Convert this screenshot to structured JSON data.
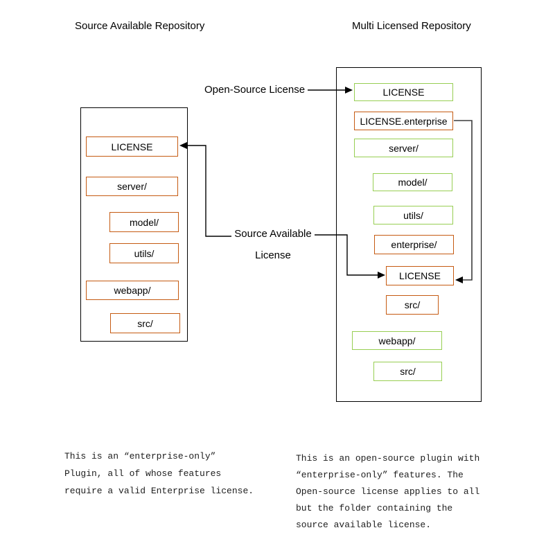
{
  "titles": {
    "left": "Source Available Repository",
    "right": "Multi Licensed Repository"
  },
  "colors": {
    "orange_border": "#c55a11",
    "green_border": "#97ce52",
    "outer_border": "#000000",
    "connector_line": "#2b2b2b",
    "background": "#ffffff"
  },
  "left_repo": {
    "items": [
      {
        "label": "LICENSE",
        "color": "orange"
      },
      {
        "label": "server/",
        "color": "orange"
      },
      {
        "label": "model/",
        "color": "orange"
      },
      {
        "label": "utils/",
        "color": "orange"
      },
      {
        "label": "webapp/",
        "color": "orange"
      },
      {
        "label": "src/",
        "color": "orange"
      }
    ]
  },
  "right_repo": {
    "items": [
      {
        "label": "LICENSE",
        "color": "green"
      },
      {
        "label": "LICENSE.enterprise",
        "color": "orange"
      },
      {
        "label": "server/",
        "color": "green"
      },
      {
        "label": "model/",
        "color": "green"
      },
      {
        "label": "utils/",
        "color": "green"
      },
      {
        "label": "enterprise/",
        "color": "orange"
      },
      {
        "label": "LICENSE",
        "color": "orange"
      },
      {
        "label": "src/",
        "color": "orange"
      },
      {
        "label": "webapp/",
        "color": "green"
      },
      {
        "label": "src/",
        "color": "green"
      }
    ]
  },
  "edge_labels": {
    "open_source": "Open-Source License",
    "source_available_line1": "Source Available",
    "source_available_line2": "License"
  },
  "annotations": {
    "left": {
      "lines": [
        "This is an “enterprise-only”",
        "Plugin, all of whose features",
        "require a valid Enterprise license."
      ]
    },
    "right": {
      "lines": [
        "This is an open-source plugin with",
        "“enterprise-only” features. The",
        "Open-source license applies to all",
        "but the folder containing the",
        "source available license."
      ]
    }
  }
}
